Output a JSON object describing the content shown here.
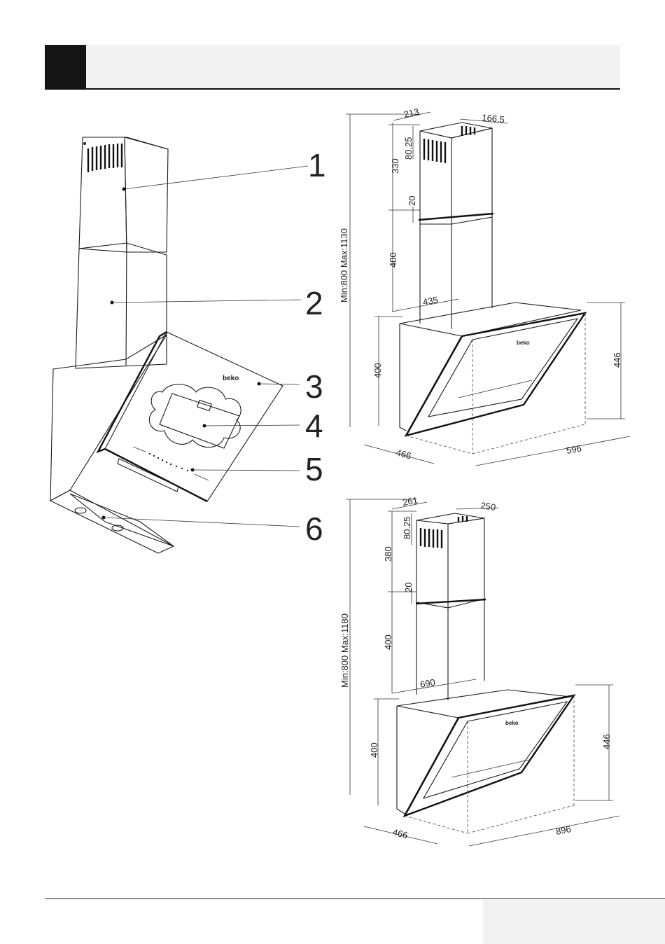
{
  "callouts": [
    "1",
    "2",
    "3",
    "4",
    "5",
    "6"
  ],
  "drawing_top": {
    "chimney_depth": "213",
    "chimney_width": "166.5",
    "vent_offset": "80.25",
    "upper_height": "330",
    "overlap": "20",
    "lower_height": "400",
    "total_height": "Min:800  Max:1130",
    "body_height": "400",
    "hood_depth": "435",
    "glass_height": "446",
    "depth": "466",
    "width": "596"
  },
  "drawing_bottom": {
    "chimney_depth": "261",
    "chimney_width": "250",
    "vent_offset": "80.25",
    "upper_height": "380",
    "overlap": "20",
    "lower_height": "400",
    "total_height": "Min:800  Max:1180",
    "body_height": "400",
    "hood_depth": "690",
    "glass_height": "446",
    "depth": "466",
    "width": "896"
  }
}
